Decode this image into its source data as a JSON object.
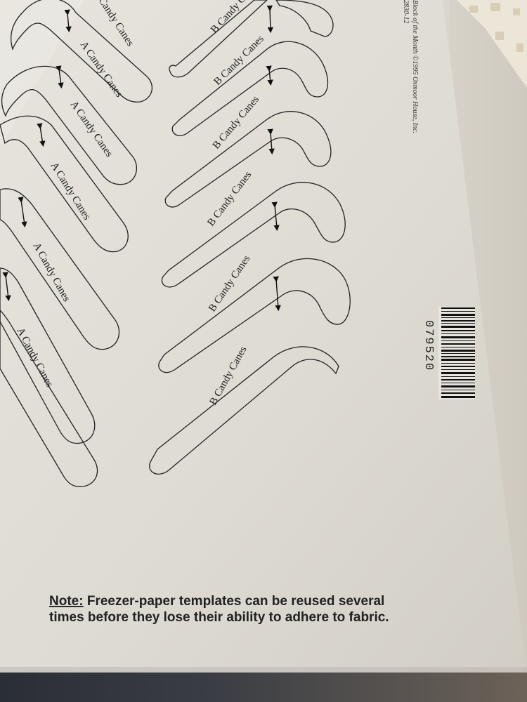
{
  "header": {
    "publisher_left": "Block of the Month ©1995 Oxmoor House, Inc.",
    "code": "2830-12"
  },
  "pattern": {
    "left_group": [
      "Candy Canes",
      "A Candy Canes",
      "A Candy Canes",
      "A Candy Canes",
      "A Candy Canes",
      "A Candy Canes"
    ],
    "right_group": [
      "B Candy C",
      "B Candy Canes",
      "B Candy Canes",
      "B Candy Canes",
      "B Candy Canes",
      "B Candy Canes"
    ]
  },
  "barcode": {
    "number": "079520"
  },
  "note": {
    "label": "Note:",
    "line1": " Freezer-paper templates can be reused several",
    "line2": "times before they lose their ability to adhere to fabric."
  }
}
